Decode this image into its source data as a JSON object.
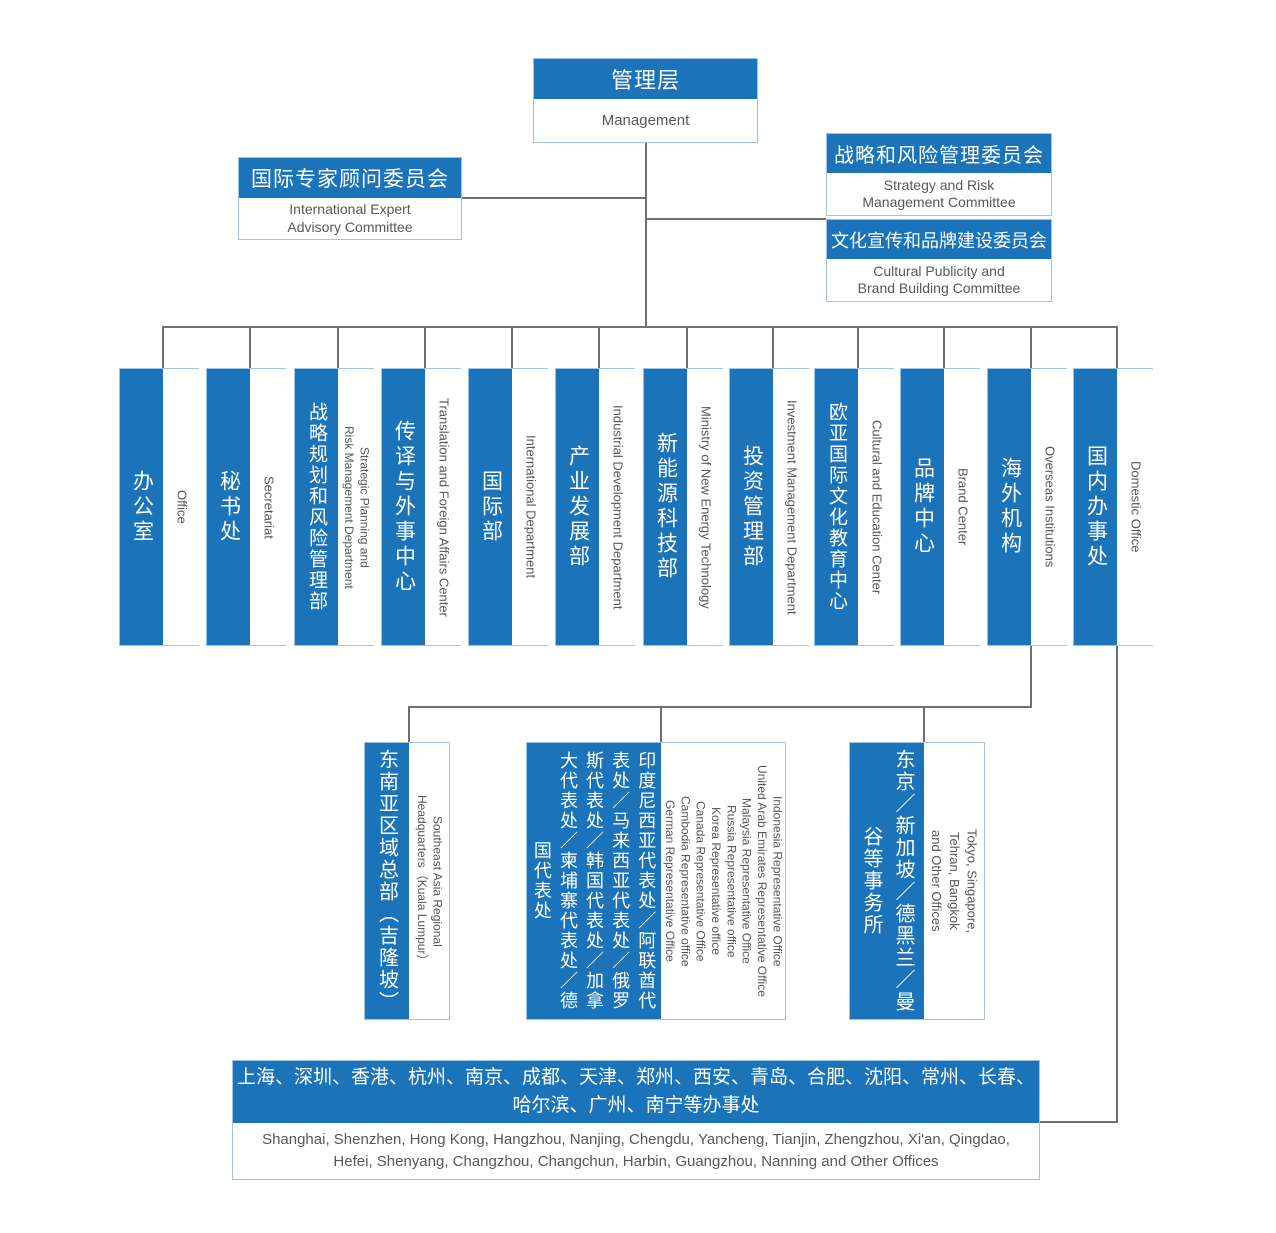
{
  "colors": {
    "primary_blue": "#1b74b9",
    "box_border_blue": "#9dc3e6",
    "connector_gray": "#6f6f6f",
    "english_text_gray": "#595757"
  },
  "root": {
    "zh": "管理层",
    "en": "Management"
  },
  "advisory": {
    "zh": "国际专家顾问委员会",
    "en": "International Expert\nAdvisory Committee"
  },
  "committees": [
    {
      "zh": "战略和风险管理委员会",
      "en": "Strategy and Risk\nManagement Committee"
    },
    {
      "zh": "文化宣传和品牌建设委员会",
      "en": "Cultural Publicity and\nBrand Building Committee"
    }
  ],
  "departments": [
    {
      "zh": "办公室",
      "en": "Office"
    },
    {
      "zh": "秘书处",
      "en": "Secretariat"
    },
    {
      "zh": "战略规划和风险管理部",
      "en": "Strategic Planning and\nRisk Management Department"
    },
    {
      "zh": "传译与外事中心",
      "en": "Translation and Foreign Affairs Center"
    },
    {
      "zh": "国际部",
      "en": "International Department"
    },
    {
      "zh": "产业发展部",
      "en": "Industrial Development Department"
    },
    {
      "zh": "新能源科技部",
      "en": "Ministry of New Energy Technology"
    },
    {
      "zh": "投资管理部",
      "en": "Investment Management Department"
    },
    {
      "zh": "欧亚国际文化教育中心",
      "en": "Cultural and Education Center"
    },
    {
      "zh": "品牌中心",
      "en": "Brand Center"
    },
    {
      "zh": "海外机构",
      "en": "Overseas Institutions"
    },
    {
      "zh": "国内办事处",
      "en": "Domestic Office"
    }
  ],
  "overseas": [
    {
      "zh": "东南亚区域总部（吉隆坡）",
      "en": "Southeast Asia Regional\nHeadquarters（Kuala Lumpur）"
    },
    {
      "zh": "印度尼西亚代表处／阿联酋代表处／马来西亚代表处／俄罗斯代表处／韩国代表处／加拿大代表处／柬埔寨代表处／德国代表处",
      "en": "Indonesia Representative Office\nUnited Arab Emirates Representative Office\nMalaysia Representative Office\nRussia Representative office\nKorea Representative office\nCanada Representative Office\nCambodia Representative office\nGerman Representative Office"
    },
    {
      "zh": "东京／新加坡／德黑兰／曼谷等事务所",
      "en": "Tokyo, Singapore,\nTehran, Bangkok\nand Other Offices"
    }
  ],
  "domestic": {
    "zh": "上海、深圳、香港、杭州、南京、成都、天津、郑州、西安、青岛、合肥、沈阳、常州、长春、\n哈尔滨、广州、南宁等办事处",
    "en": "Shanghai, Shenzhen, Hong Kong, Hangzhou, Nanjing, Chengdu, Yancheng, Tianjin, Zhengzhou, Xi'an, Qingdao,\nHefei, Shenyang, Changzhou, Changchun, Harbin, Guangzhou, Nanning and Other Offices"
  }
}
